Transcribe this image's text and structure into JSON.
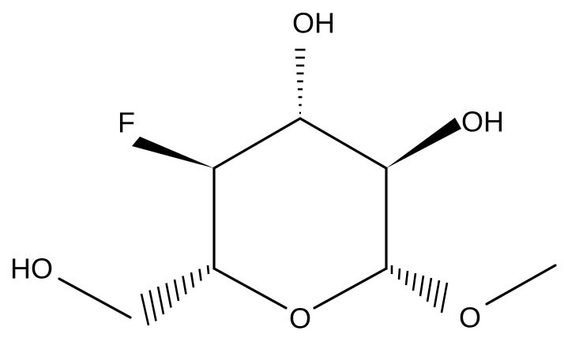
{
  "labels": {
    "oh_top": "OH",
    "oh_right": "OH",
    "fluorine": "F",
    "ho_left": "HO",
    "ring_oxygen": "O",
    "methoxy_oxygen": "O"
  },
  "colors": {
    "ink": "#000000",
    "background": "#ffffff"
  }
}
